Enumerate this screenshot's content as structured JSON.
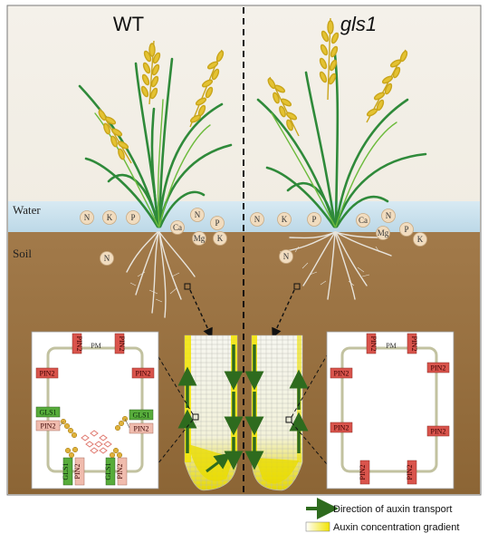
{
  "panels": {
    "left_title": "WT",
    "right_title": "gls1"
  },
  "layers": {
    "water": "Water",
    "soil": "Soil"
  },
  "ions": {
    "left": [
      "N",
      "K",
      "P",
      "Ca",
      "N",
      "P",
      "Mg",
      "K",
      "N"
    ],
    "right": [
      "N",
      "K",
      "P",
      "Ca",
      "N",
      "P",
      "Mg",
      "K",
      "N"
    ]
  },
  "cells": {
    "pm_label": "PM",
    "pin2": "PIN2",
    "gls1": "GLS1"
  },
  "legend": {
    "arrow": "Direction of auxin transport",
    "gradient": "Auxin concentration gradient"
  },
  "colors": {
    "sky": "#f3efe7",
    "water": "#cfe4ef",
    "soil": "#9a7244",
    "pin2": "#d9544c",
    "gls1": "#57ac3b",
    "auxin": "#f2e400",
    "arrow": "#2e6b1e"
  }
}
